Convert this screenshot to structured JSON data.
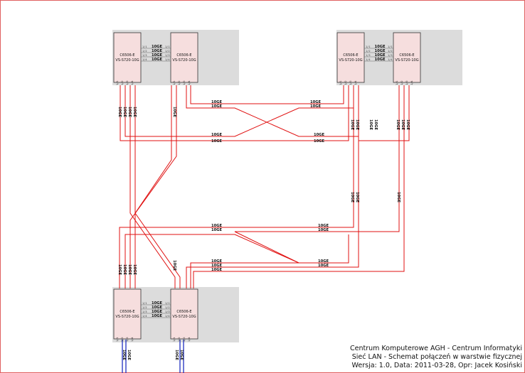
{
  "switch": {
    "model": "C6506-E",
    "supervisor": "VS-S720-10G"
  },
  "ports": [
    "1/1",
    "1/2",
    "1/3",
    "1/4"
  ],
  "link_label": "10GE",
  "title_block": {
    "line1": "Centrum Komputerowe AGH - Centrum Informatyki",
    "line2": "Sieć LAN - Schemat połączeń w warstwie fizycznej",
    "line3": "Wersja: 1.0, Data: 2011-03-28, Opr: Jacek Kosiński"
  }
}
